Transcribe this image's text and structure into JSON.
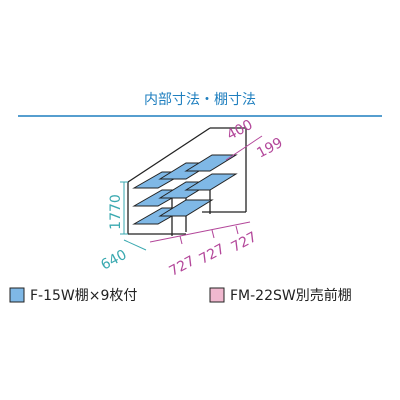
{
  "colors": {
    "accent_blue": "#1f7fbf",
    "dim_teal": "#3aa9b0",
    "dim_pink": "#b3479a",
    "shelf_blue": "#7fb8e6",
    "option_pink": "#f0b8cf",
    "frame": "#222222"
  },
  "header": {
    "title": "内部寸法・棚寸法"
  },
  "dimensions": {
    "height": "1770",
    "depth": "640",
    "shelf_depth": "400",
    "option_depth": "199",
    "widths": [
      "727",
      "727",
      "727"
    ]
  },
  "legend": {
    "items": [
      {
        "label": "F-15W棚×9枚付",
        "color": "#7fb8e6"
      },
      {
        "label": "FM-22SW別売前棚",
        "color": "#f0b8cf"
      }
    ]
  }
}
